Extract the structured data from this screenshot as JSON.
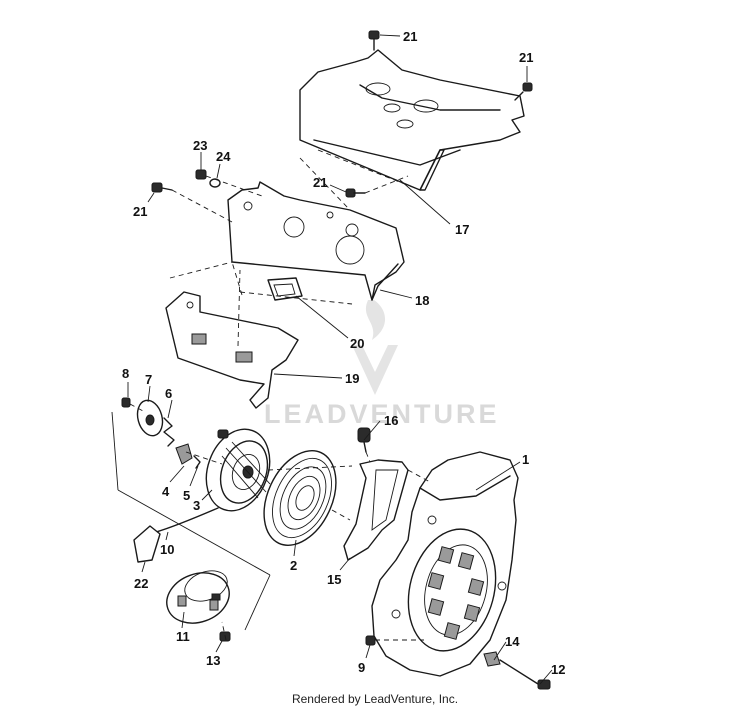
{
  "watermark": "LEADVENTURE",
  "footer": "Rendered by LeadVenture, Inc.",
  "callouts": {
    "p1": "1",
    "p2": "2",
    "p3": "3",
    "p4": "4",
    "p5": "5",
    "p6": "6",
    "p7": "7",
    "p8": "8",
    "p9": "9",
    "p10": "10",
    "p11": "11",
    "p12": "12",
    "p13": "13",
    "p14": "14",
    "p15": "15",
    "p16": "16",
    "p17": "17",
    "p18": "18",
    "p19": "19",
    "p20": "20",
    "p21a": "21",
    "p21b": "21",
    "p21c": "21",
    "p21d": "21",
    "p22": "22",
    "p23": "23",
    "p24": "24"
  }
}
